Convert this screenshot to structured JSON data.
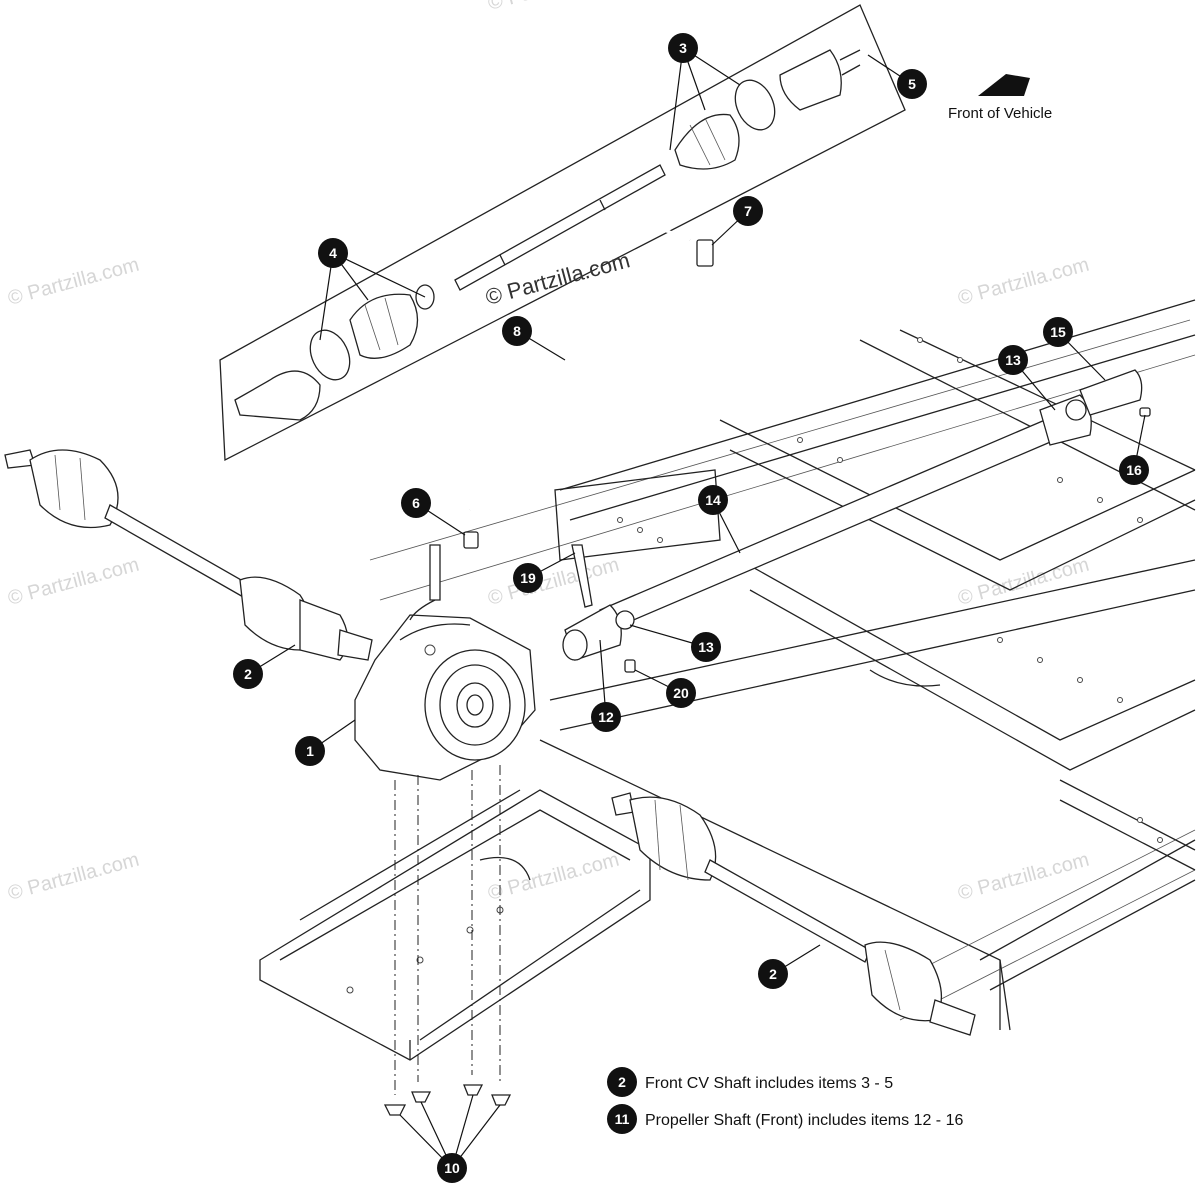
{
  "watermarks": [
    "© Partzilla.com",
    "© Partzilla.com",
    "© Partzilla.com",
    "© Partzilla.com",
    "© Partzilla.com",
    "© Partzilla.com",
    "© Partzilla.com",
    "© Partzilla.com",
    "© Partzilla.com"
  ],
  "center_watermark": "© Partzilla.com",
  "front_of_vehicle": "Front of Vehicle",
  "callouts": [
    {
      "id": "c3",
      "num": "3"
    },
    {
      "id": "c5",
      "num": "5"
    },
    {
      "id": "c7",
      "num": "7"
    },
    {
      "id": "c4",
      "num": "4"
    },
    {
      "id": "c8",
      "num": "8"
    },
    {
      "id": "c13a",
      "num": "13"
    },
    {
      "id": "c15",
      "num": "15"
    },
    {
      "id": "c16",
      "num": "16"
    },
    {
      "id": "c6",
      "num": "6"
    },
    {
      "id": "c14",
      "num": "14"
    },
    {
      "id": "c19",
      "num": "19"
    },
    {
      "id": "c2a",
      "num": "2"
    },
    {
      "id": "c13b",
      "num": "13"
    },
    {
      "id": "c20",
      "num": "20"
    },
    {
      "id": "c12",
      "num": "12"
    },
    {
      "id": "c1",
      "num": "1"
    },
    {
      "id": "c2b",
      "num": "2"
    },
    {
      "id": "c10",
      "num": "10"
    }
  ],
  "legend": [
    {
      "num": "2",
      "text": "Front CV Shaft includes items 3 - 5"
    },
    {
      "num": "11",
      "text": "Propeller Shaft (Front) includes items 12 - 16"
    }
  ]
}
